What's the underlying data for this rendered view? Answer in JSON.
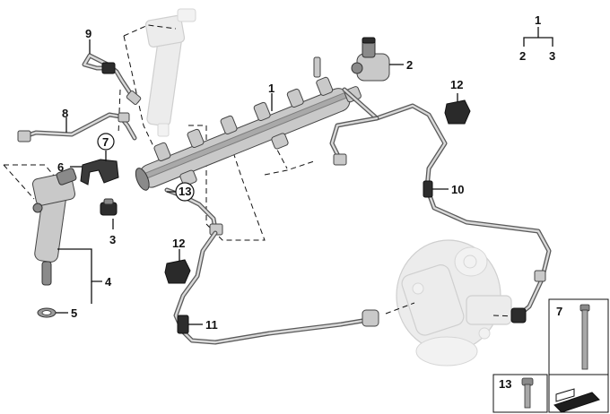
{
  "callouts": {
    "c1": "1",
    "c2": "2",
    "c3": "3",
    "c4": "4",
    "c5": "5",
    "c6": "6",
    "c7": "7",
    "c8": "8",
    "c9": "9",
    "c10": "10",
    "c11": "11",
    "c12a": "12",
    "c12b": "12",
    "c13": "13"
  },
  "legend_tree": {
    "parent": "1",
    "child_left": "2",
    "child_right": "3"
  },
  "inset_boxes": {
    "box7_label": "7",
    "box13_label": "13"
  }
}
